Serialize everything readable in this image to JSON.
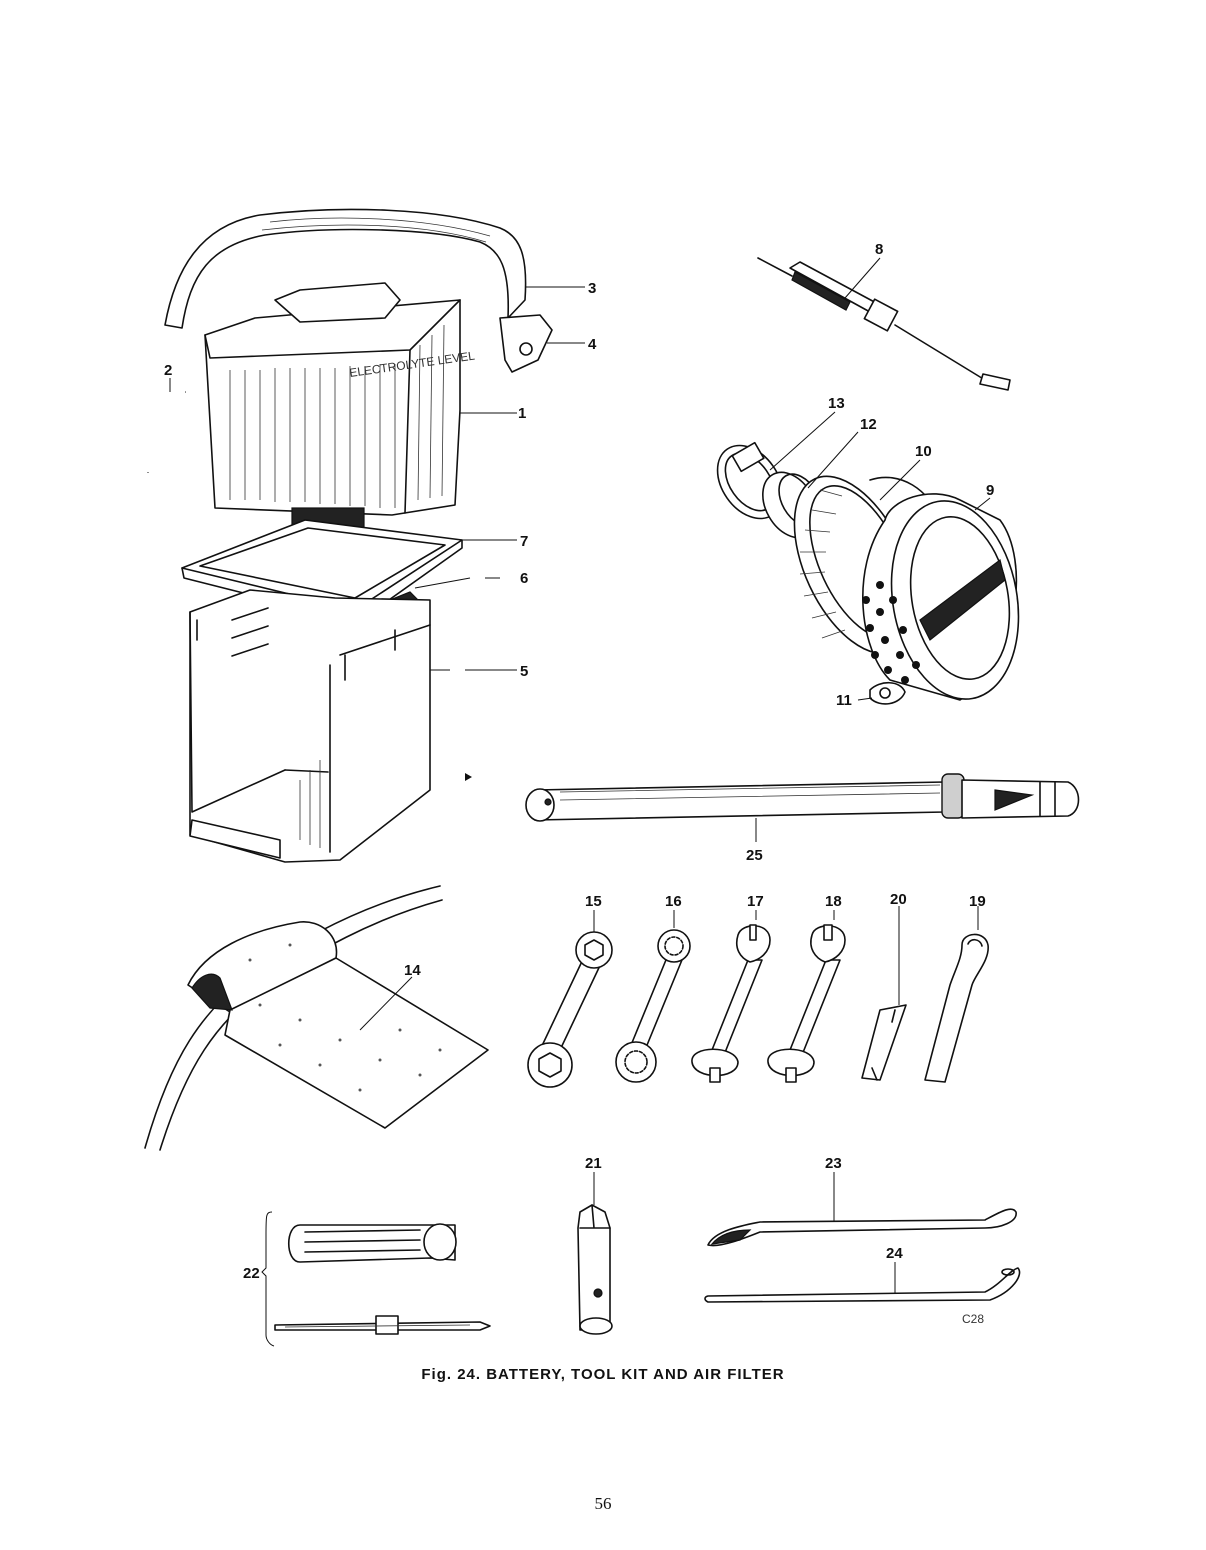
{
  "figure": {
    "caption": "Fig. 24.   BATTERY, TOOL KIT AND AIR FILTER",
    "page_number": "56",
    "drawing_ref": "C28"
  },
  "callouts": {
    "c1": "1",
    "c2": "2",
    "c3": "3",
    "c4": "4",
    "c5": "5",
    "c6": "6",
    "c7": "7",
    "c8": "8",
    "c9": "9",
    "c10": "10",
    "c11": "11",
    "c12": "12",
    "c13": "13",
    "c14": "14",
    "c15": "15",
    "c16": "16",
    "c17": "17",
    "c18": "18",
    "c19": "19",
    "c20": "20",
    "c21": "21",
    "c22": "22",
    "c23": "23",
    "c24": "24",
    "c25": "25"
  },
  "battery_lettering": "ELECTROLYTE LEVEL"
}
